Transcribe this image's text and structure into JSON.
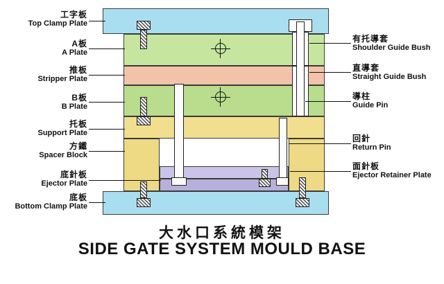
{
  "title": {
    "chinese": "大水口系統模架",
    "english": "SIDE GATE SYSTEM MOULD BASE"
  },
  "left_labels": [
    {
      "zh": "工字板",
      "en": "Top Clamp Plate"
    },
    {
      "zh": "A板",
      "en": "A Plate"
    },
    {
      "zh": "推板",
      "en": "Stripper Plate"
    },
    {
      "zh": "B板",
      "en": "B Plate"
    },
    {
      "zh": "托板",
      "en": "Support Plate"
    },
    {
      "zh": "方鐵",
      "en": "Spacer Block"
    },
    {
      "zh": "底針板",
      "en": "Ejector Plate"
    },
    {
      "zh": "底板",
      "en": "Bottom Clamp Plate"
    }
  ],
  "right_labels": [
    {
      "zh": "有托導套",
      "en": "Shoulder Guide Bush"
    },
    {
      "zh": "直導套",
      "en": "Straight Guide Bush"
    },
    {
      "zh": "導柱",
      "en": "Guide Pin"
    },
    {
      "zh": "回針",
      "en": "Return Pin"
    },
    {
      "zh": "面針板",
      "en": "Ejector Retainer Plate"
    }
  ],
  "colors": {
    "clamp_plate": "#a9def0",
    "a_plate": "#c6e6a0",
    "stripper_plate": "#f2c3a8",
    "b_plate": "#b9dd8d",
    "support_plate": "#f1df8f",
    "spacer_block": "#eeda85",
    "retainer_plate": "#cbc4e8",
    "ejector_plate": "#b7b0da"
  }
}
